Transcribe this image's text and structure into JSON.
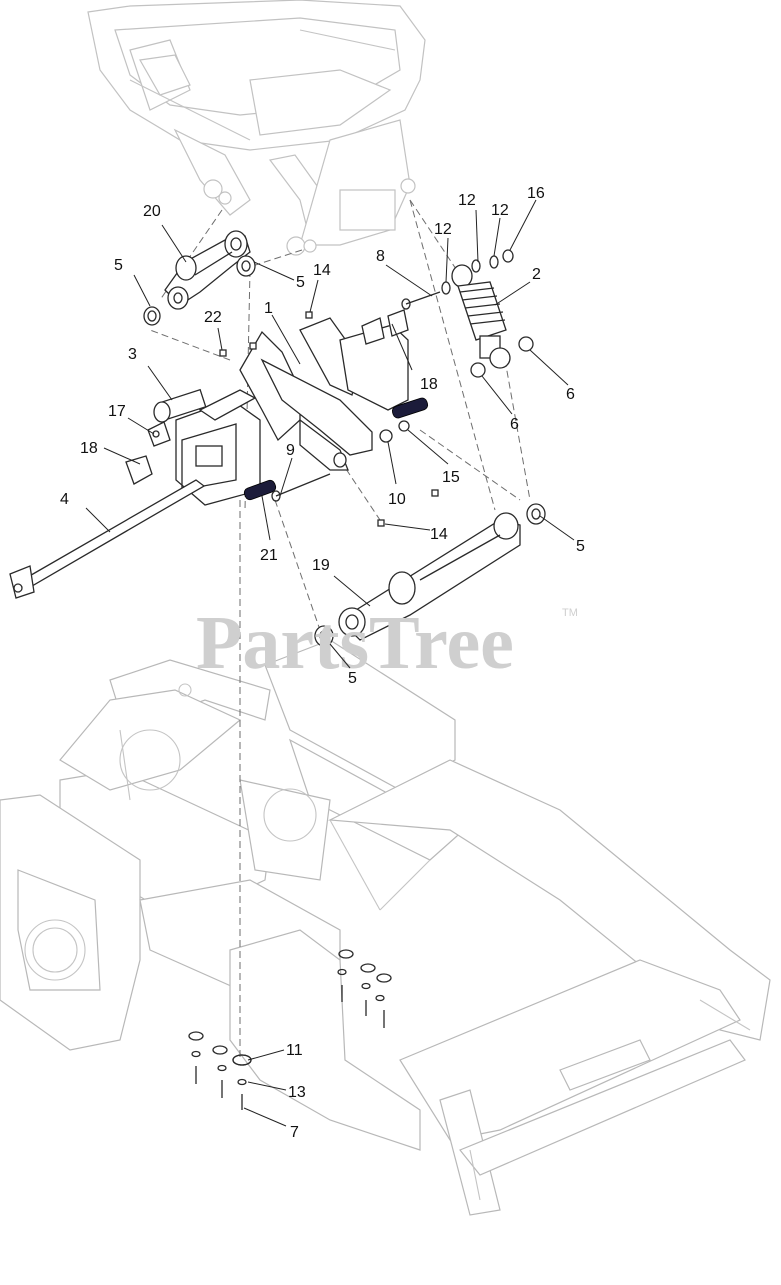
{
  "watermark": {
    "text": "PartsTree",
    "trademark": "TM"
  },
  "callouts": {
    "c1": "1",
    "c2": "2",
    "c3": "3",
    "c4": "4",
    "c5a": "5",
    "c5b": "5",
    "c5c": "5",
    "c5d": "5",
    "c6a": "6",
    "c6b": "6",
    "c7": "7",
    "c8": "8",
    "c9": "9",
    "c10": "10",
    "c11": "11",
    "c12a": "12",
    "c12b": "12",
    "c12c": "12",
    "c13": "13",
    "c14a": "14",
    "c14b": "14",
    "c15": "15",
    "c16": "16",
    "c17": "17",
    "c18a": "18",
    "c18b": "18",
    "c19": "19",
    "c20": "20",
    "c21": "21",
    "c22": "22"
  }
}
